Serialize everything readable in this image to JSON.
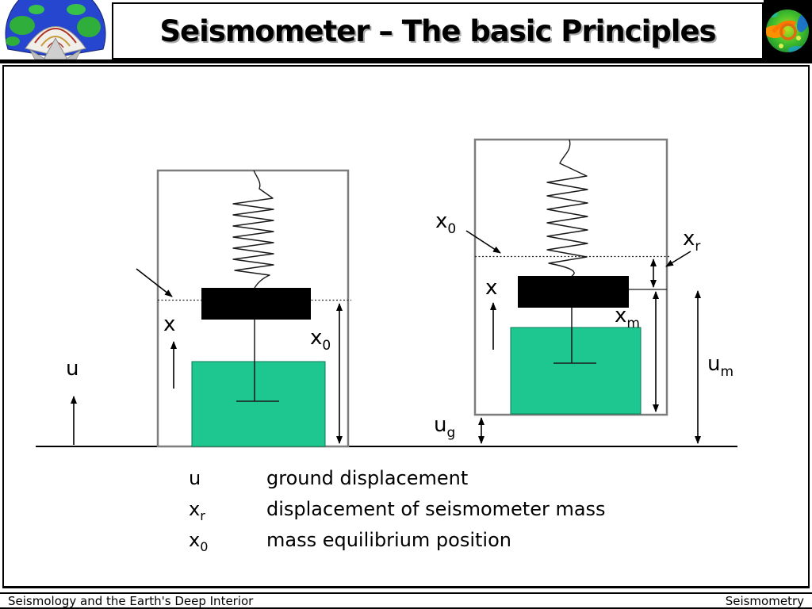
{
  "title": "Seismometer – The basic Principles",
  "colors": {
    "mass_fill": "#1ec78f",
    "frame_stroke": "#7d7d7d",
    "ink": "#000000",
    "title_shadow": "#aaaaaa"
  },
  "header": {
    "left_logo": "earth-cutaway-logo",
    "right_logo": "seismic-tomography-logo"
  },
  "diagram": {
    "left": {
      "u": {
        "base": "u",
        "sub": ""
      },
      "x": {
        "base": "x",
        "sub": ""
      },
      "x0": {
        "base": "x",
        "sub": "0"
      }
    },
    "right": {
      "x0": {
        "base": "x",
        "sub": "0"
      },
      "xr": {
        "base": "x",
        "sub": "r"
      },
      "x": {
        "base": "x",
        "sub": ""
      },
      "xm": {
        "base": "x",
        "sub": "m"
      },
      "ug": {
        "base": "u",
        "sub": "g"
      },
      "um": {
        "base": "u",
        "sub": "m"
      }
    }
  },
  "legend": {
    "rows": [
      {
        "base": "u",
        "sub": "",
        "desc": "ground displacement"
      },
      {
        "base": "x",
        "sub": "r",
        "desc": "displacement of seismometer mass"
      },
      {
        "base": "x",
        "sub": "0",
        "desc": "mass equilibrium position"
      }
    ]
  },
  "footer": {
    "left": "Seismology and the Earth's Deep Interior",
    "right": "Seismometry"
  }
}
